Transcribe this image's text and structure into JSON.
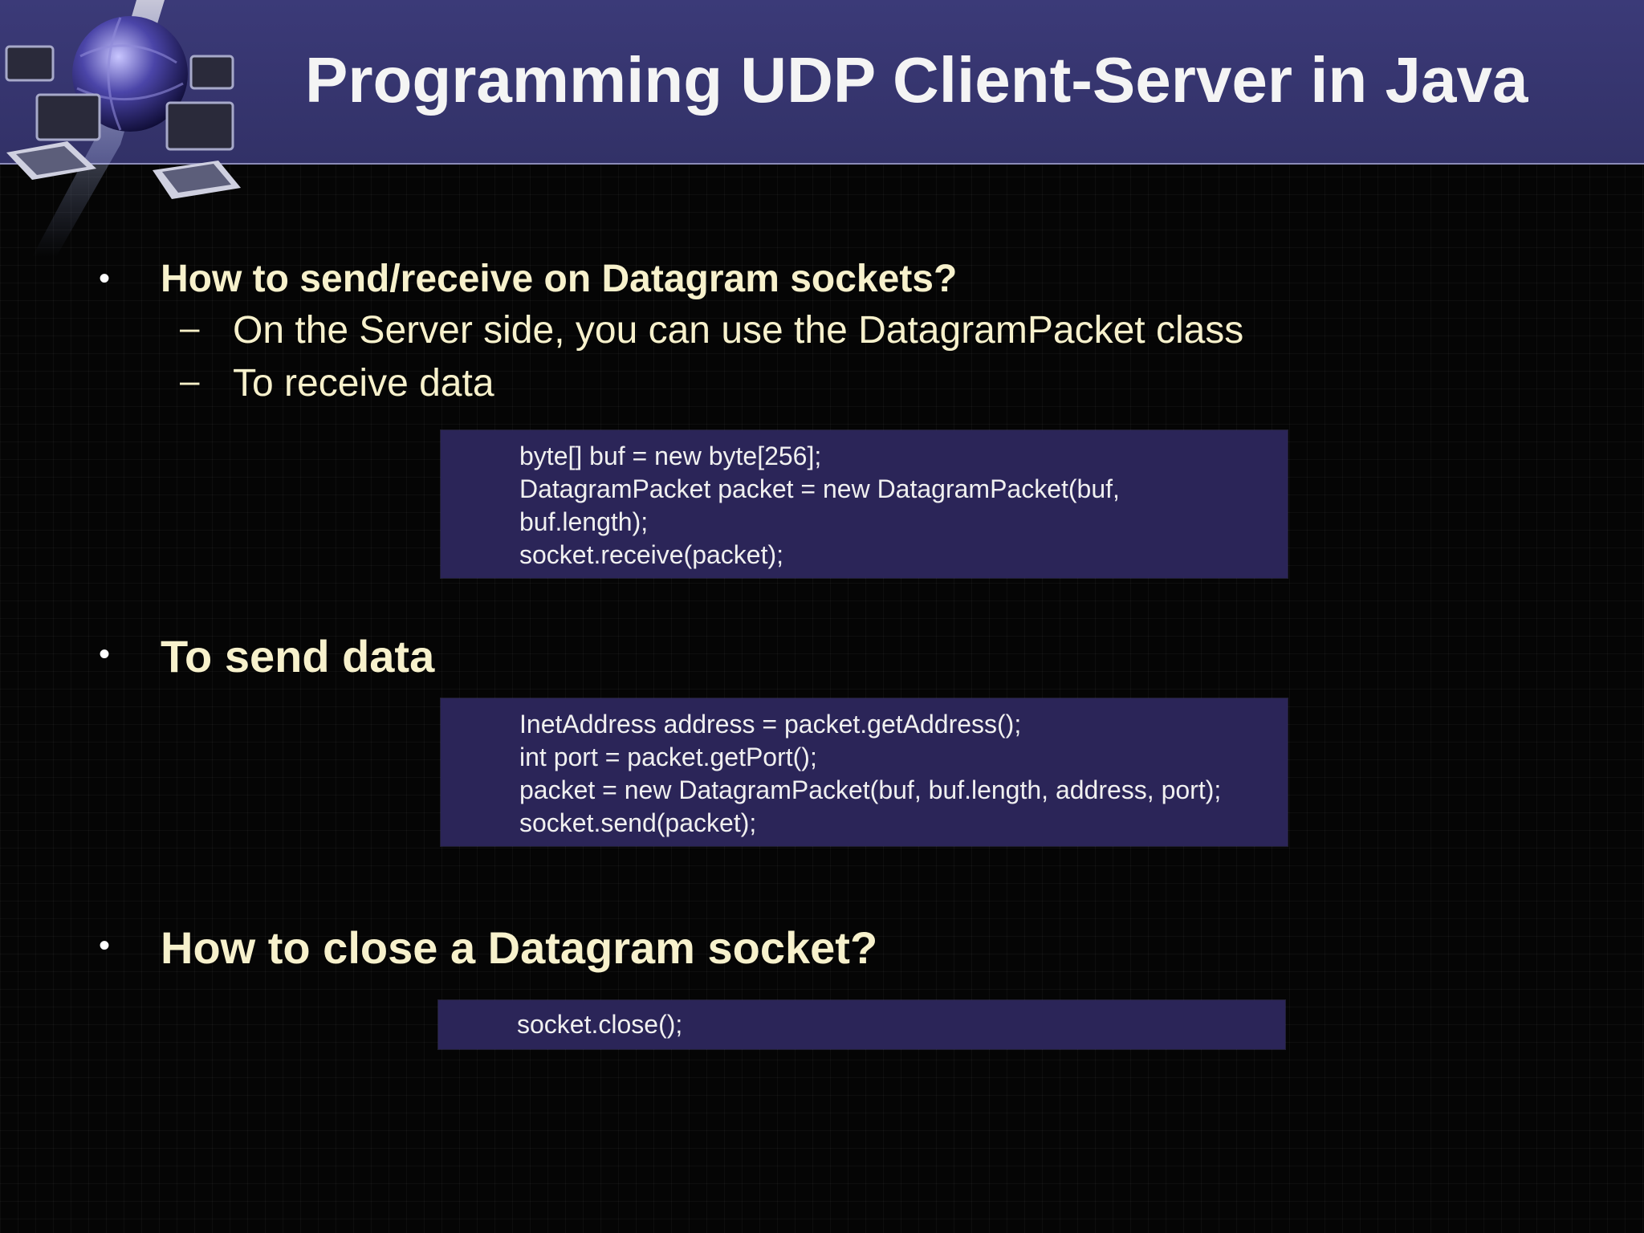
{
  "slide": {
    "title": "Programming UDP Client-Server in Java"
  },
  "sections": [
    {
      "heading": "How to send/receive on Datagram sockets?",
      "subitems": [
        "On the Server side, you can use the DatagramPacket class",
        "To receive data"
      ],
      "code": [
        "byte[] buf = new byte[256];",
        "DatagramPacket packet = new DatagramPacket(buf,",
        "buf.length);",
        "socket.receive(packet);"
      ]
    },
    {
      "heading": "To send data",
      "code": [
        "InetAddress address = packet.getAddress();",
        "int port = packet.getPort();",
        "packet = new DatagramPacket(buf, buf.length, address, port);",
        "socket.send(packet);"
      ]
    },
    {
      "heading": "How to close a Datagram socket?",
      "code": [
        "socket.close();"
      ]
    }
  ],
  "symbols": {
    "bullet": "•",
    "dash": "–"
  },
  "colors": {
    "header_background": "#363570",
    "heading_text": "#f7f1cc",
    "code_box_background": "#2b2558"
  }
}
